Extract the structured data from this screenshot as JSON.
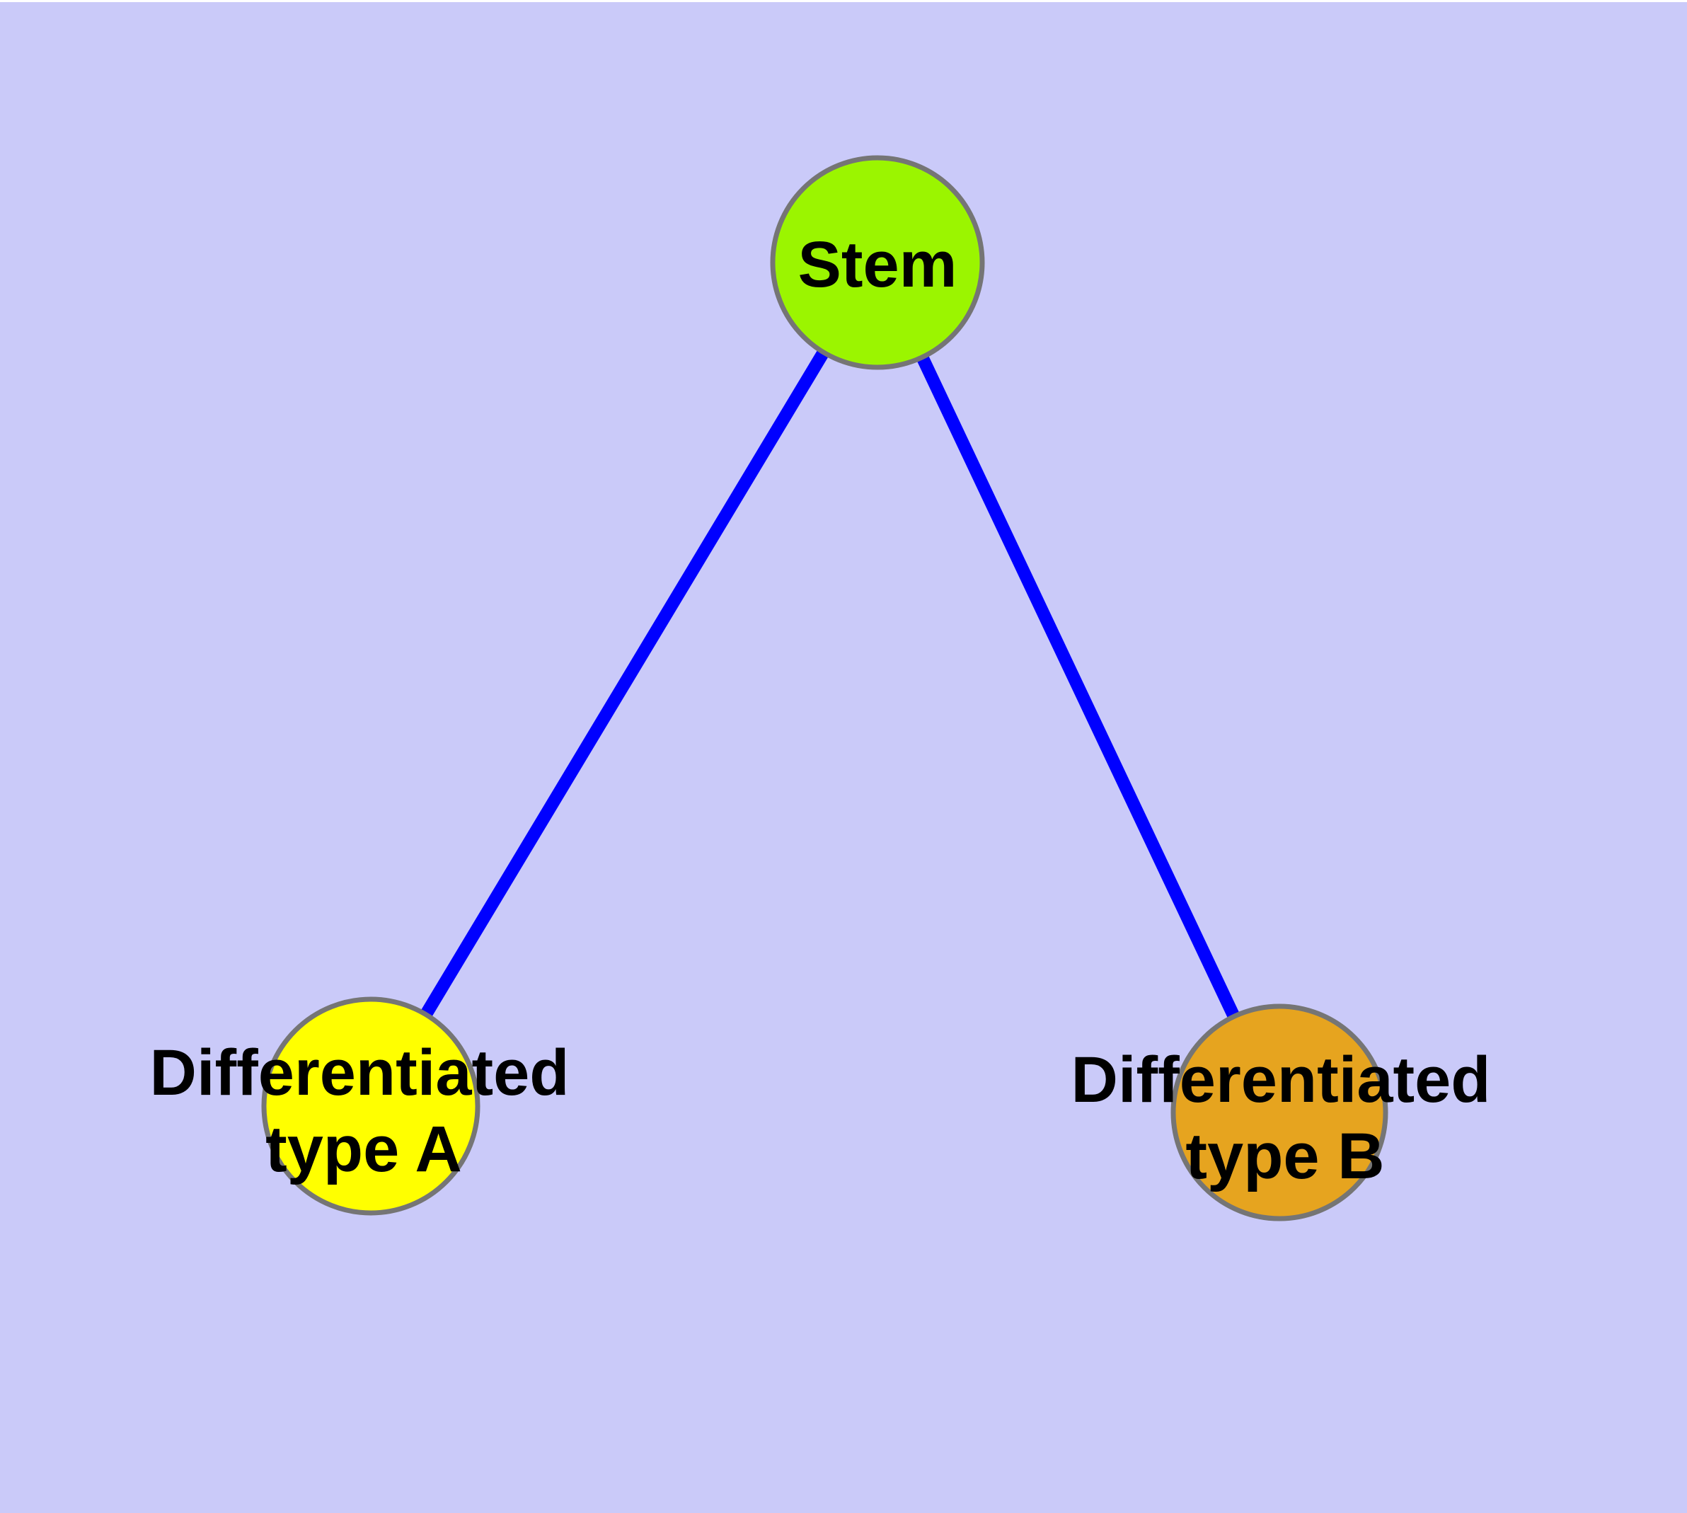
{
  "canvas": {
    "background_color": "#cacaf9",
    "top_edge_strip_color": "#ffffff"
  },
  "graph": {
    "text_color": "#000000",
    "node_border_color": "#757575",
    "edge_color": "#0000ff",
    "nodes": [
      {
        "id": "stem",
        "label_lines": [
          "Stem"
        ],
        "fill": "#9bf500"
      },
      {
        "id": "differentiated-type-a",
        "label_lines": [
          "Differentiated",
          "type A"
        ],
        "fill": "#ffff00"
      },
      {
        "id": "differentiated-type-b",
        "label_lines": [
          "Differentiated",
          "type B"
        ],
        "fill": "#e6a41f"
      }
    ],
    "edges": [
      {
        "from": "stem",
        "to": "differentiated-type-a"
      },
      {
        "from": "stem",
        "to": "differentiated-type-b"
      }
    ]
  }
}
